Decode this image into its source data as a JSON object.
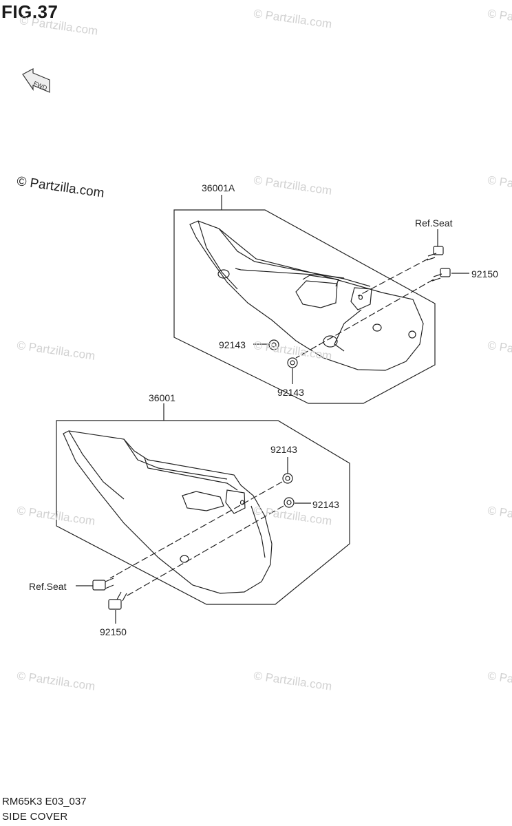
{
  "figure": {
    "title": "FIG.37"
  },
  "watermark": {
    "text": "© Partzilla.com"
  },
  "fwd_badge": {
    "text": "FWD"
  },
  "callouts": {
    "upper_assembly": "36001A",
    "upper_ref_seat": "Ref.Seat",
    "upper_bolt": "92150",
    "upper_washer_left": "92143",
    "upper_washer_bottom": "92143",
    "lower_assembly": "36001",
    "lower_washer_top": "92143",
    "lower_washer_right": "92143",
    "lower_ref_seat": "Ref.Seat",
    "lower_bolt": "92150"
  },
  "footer": {
    "code": "RM65K3 E03_037",
    "name": "SIDE COVER"
  }
}
